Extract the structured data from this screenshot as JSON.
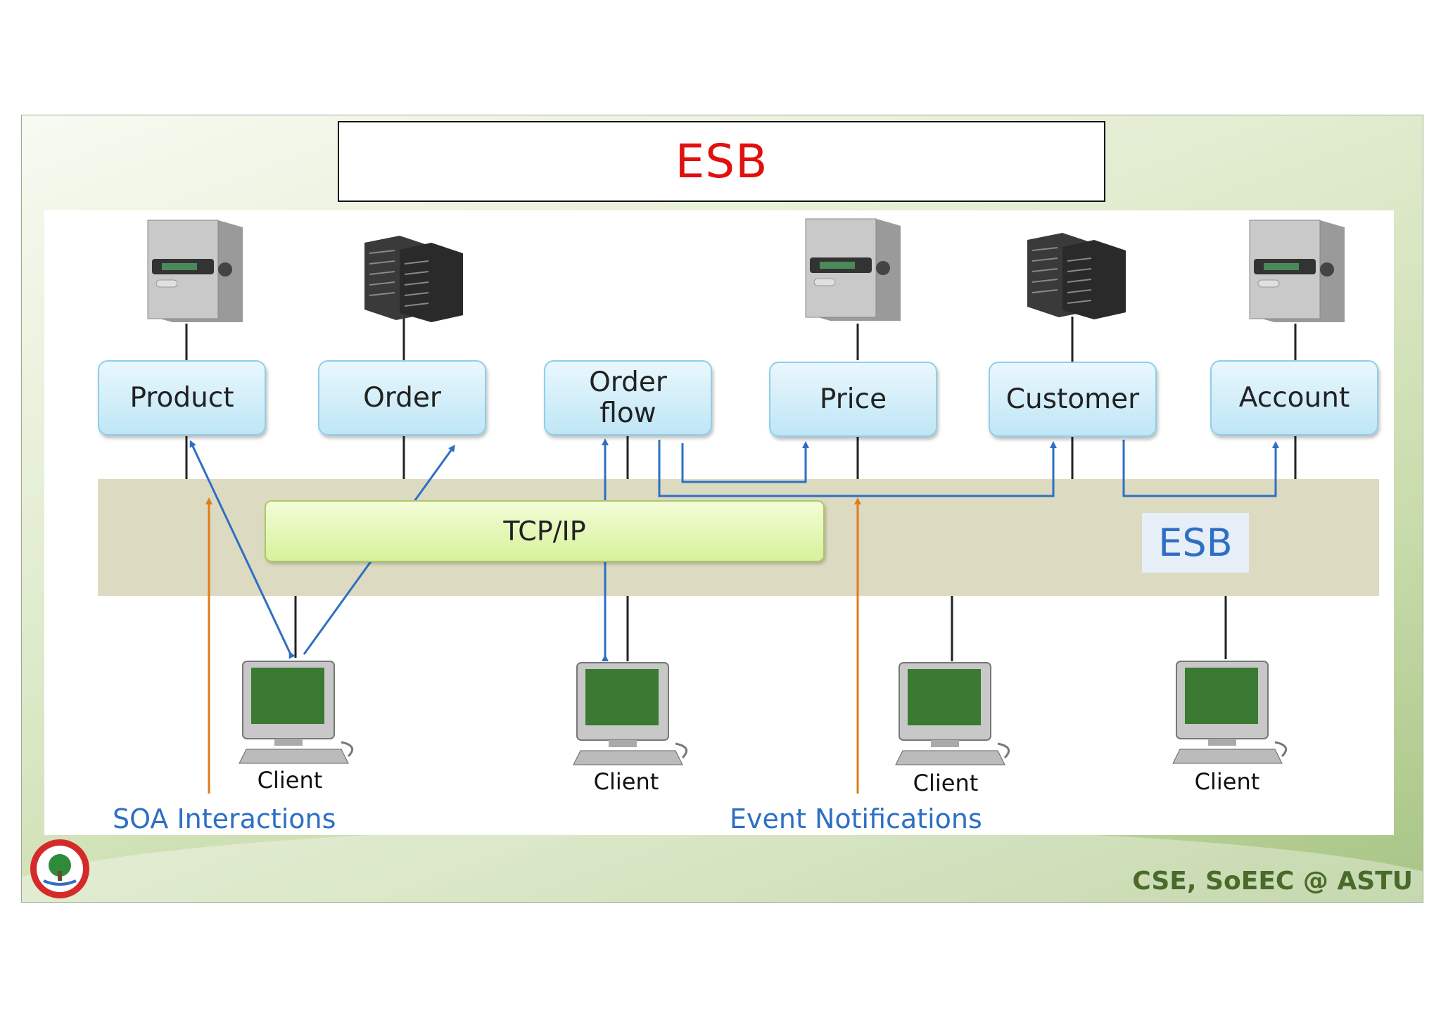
{
  "title": "ESB",
  "services": [
    {
      "label": "Product"
    },
    {
      "label": "Order"
    },
    {
      "label": "Order\nflow"
    },
    {
      "label": "Price"
    },
    {
      "label": "Customer"
    },
    {
      "label": "Account"
    }
  ],
  "bus": {
    "tcp_label": "TCP/IP",
    "esb_label": "ESB"
  },
  "clients": [
    {
      "label": "Client"
    },
    {
      "label": "Client"
    },
    {
      "label": "Client"
    },
    {
      "label": "Client"
    }
  ],
  "legend": {
    "soa": "SOA Interactions",
    "events": "Event Notifications"
  },
  "footer": "CSE, SoEEC @ ASTU",
  "colors": {
    "title": "#e01010",
    "blue_arrow": "#2e6fc4",
    "orange_arrow": "#e07b1a"
  }
}
